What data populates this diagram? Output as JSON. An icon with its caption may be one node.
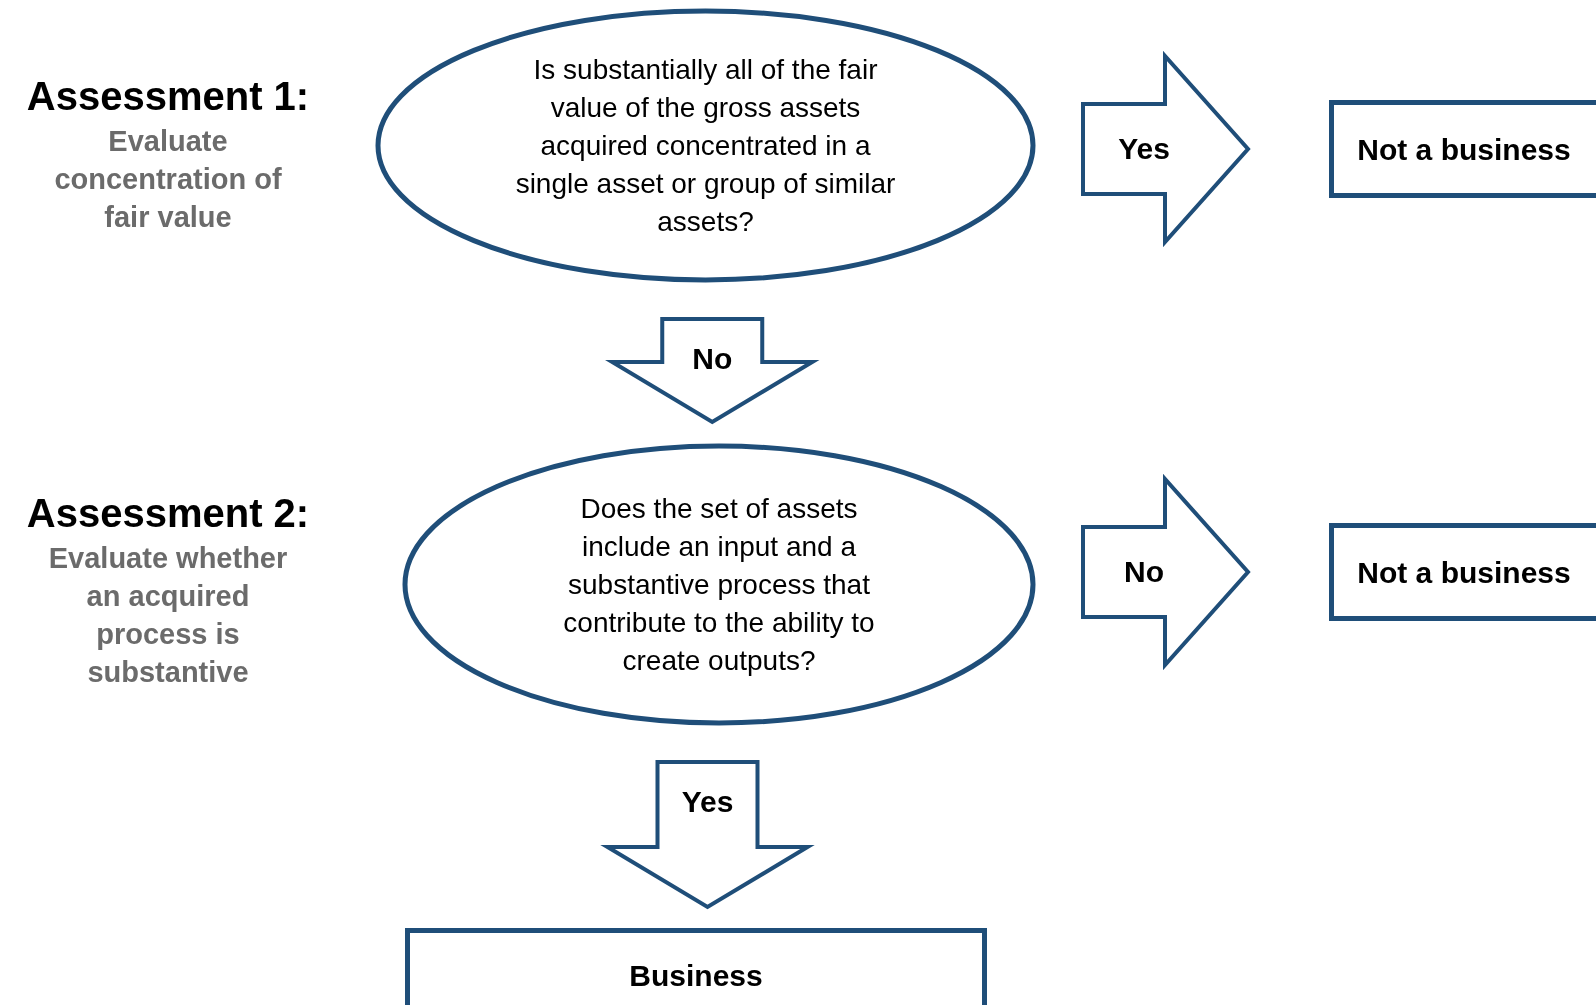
{
  "diagram": {
    "nodes": [
      {
        "text": [
          "Is substantially all of the fair value of the gross assets acquired concentrated in a single asset or group of similar assets?"
        ]
      },
      {
        "text": [
          "Not a business"
        ]
      },
      {
        "text": [
          "Does the set of assets include an input and a substantive process that contribute to the ability to create outputs?"
        ]
      },
      {
        "text": [
          "Not a business"
        ]
      },
      {
        "text": [
          "Business"
        ]
      }
    ],
    "edges": [
      {
        "from": 0,
        "to": 1,
        "arrow": "to",
        "label": "Yes",
        "style": "thick"
      },
      {
        "from": 0,
        "to": 2,
        "arrow": "to",
        "label": "No",
        "style": "thick"
      },
      {
        "from": 2,
        "to": 3,
        "arrow": "to",
        "label": "No",
        "style": "thick"
      },
      {
        "from": 2,
        "to": 4,
        "arrow": "to",
        "label": "Yes",
        "style": "thick"
      }
    ],
    "labels": [
      "Assessment 1:",
      "Evaluate concentration of fair value",
      "Assessment 2:",
      "Evaluate whether an acquired process is substantive"
    ]
  }
}
